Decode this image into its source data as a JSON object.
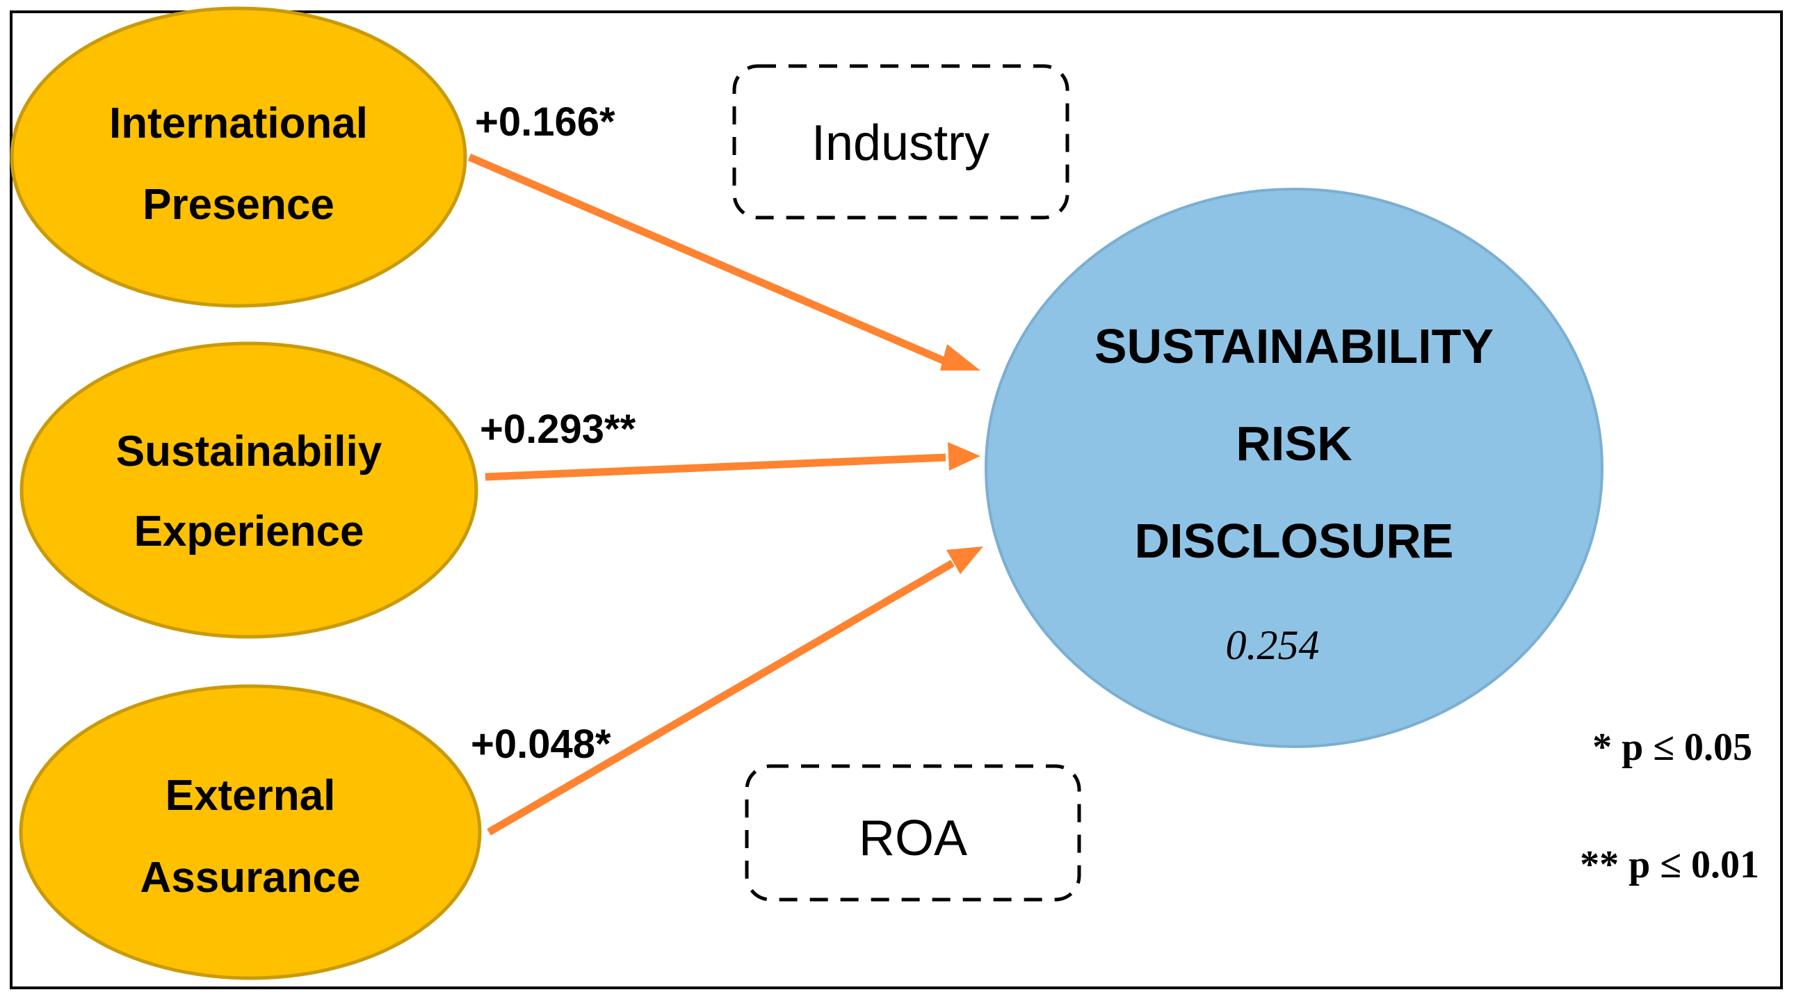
{
  "colors": {
    "predictor_fill": "#FFC000",
    "predictor_stroke": "#C99A0A",
    "outcome_fill": "#8EC3E6",
    "outcome_stroke": "#7AAFD2",
    "arrow": "#FF8330",
    "frame": "#000000",
    "background": "#FFFFFF"
  },
  "predictors": [
    {
      "line1": "International",
      "line2": "Presence"
    },
    {
      "line1": "Sustainabiliy",
      "line2": "Experience"
    },
    {
      "line1": "External",
      "line2": "Assurance"
    }
  ],
  "outcome": {
    "line1": "SUSTAINABILITY",
    "line2": "RISK",
    "line3": "DISCLOSURE",
    "r_squared": "0.254"
  },
  "paths": [
    {
      "coefficient": "+0.166*"
    },
    {
      "coefficient": "+0.293**"
    },
    {
      "coefficient": "+0.048*"
    }
  ],
  "controls": [
    {
      "label": "Industry"
    },
    {
      "label": "ROA"
    }
  ],
  "legend": [
    {
      "text": "* p ≤ 0.05"
    },
    {
      "text": "** p ≤  0.01"
    }
  ]
}
